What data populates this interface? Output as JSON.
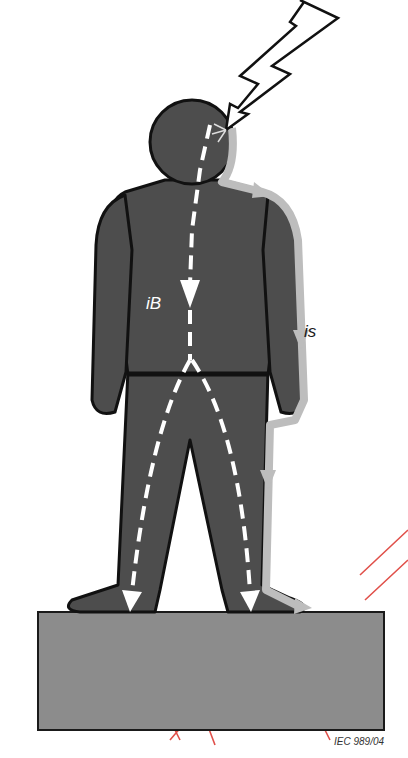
{
  "diagram": {
    "labels": [
      "iB",
      "is",
      "IEC 989/04"
    ]
  }
}
